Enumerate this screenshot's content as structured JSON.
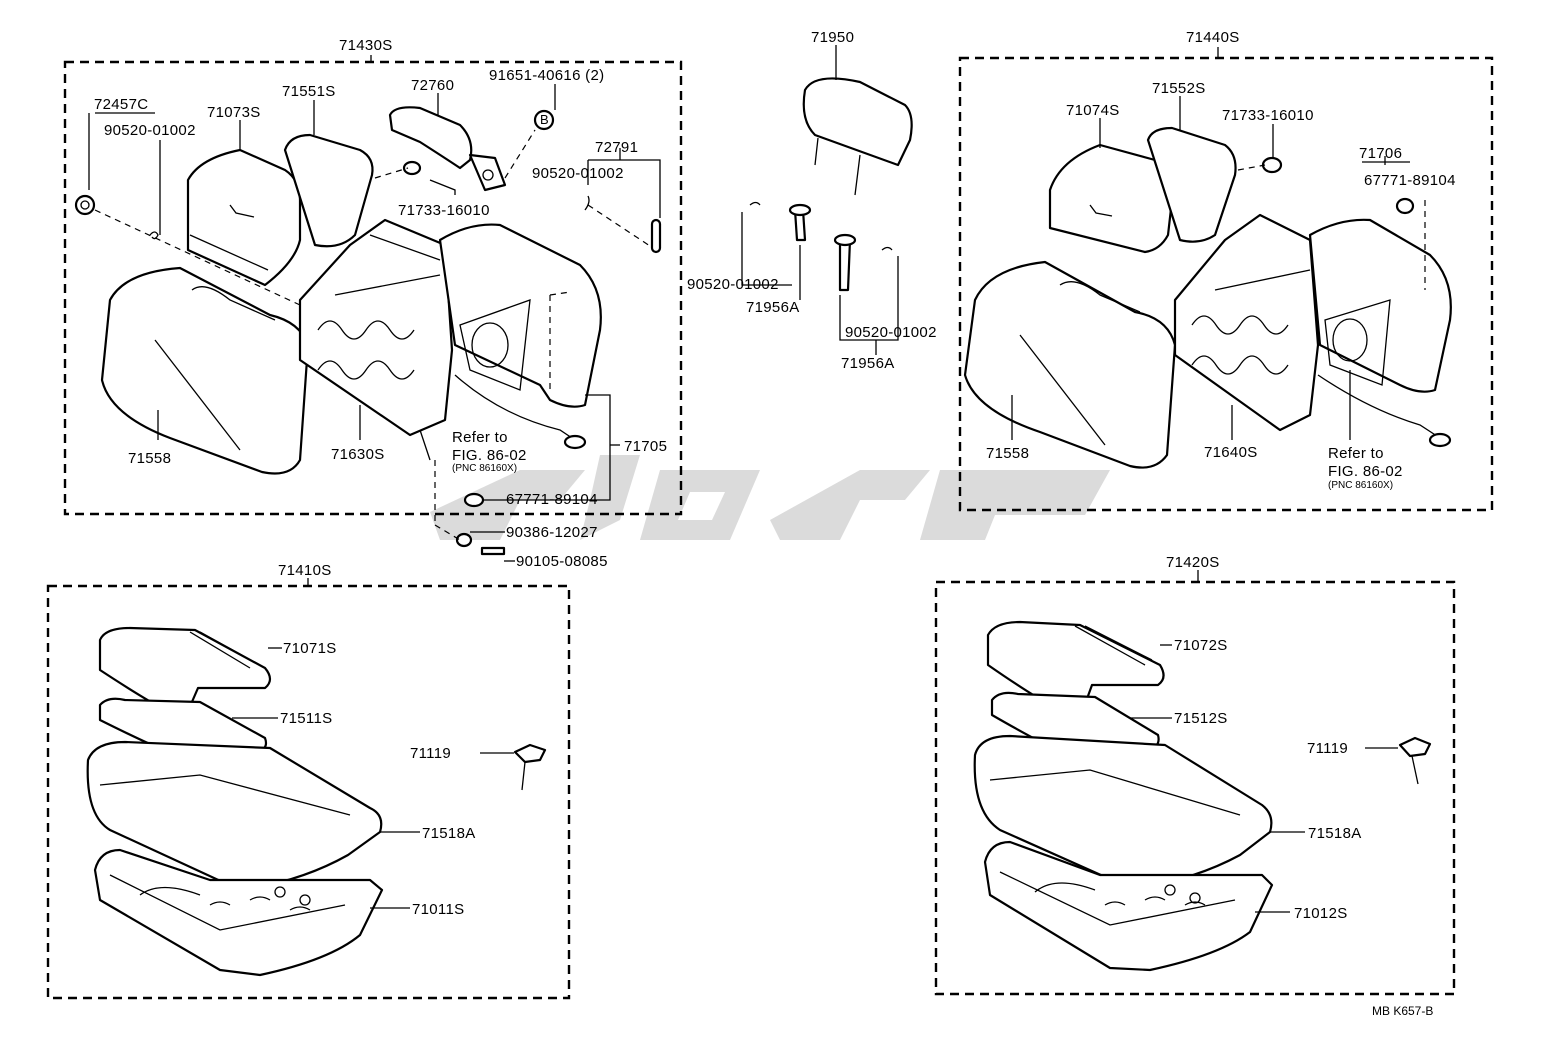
{
  "labels": {
    "g_left_back": "71430S",
    "p_72457C": "72457C",
    "p_90520_a": "90520-01002",
    "p_71073S": "71073S",
    "p_71551S": "71551S",
    "p_72760": "72760",
    "p_91651": "91651-40616 (2)",
    "p_B": "B",
    "p_72791": "72791",
    "p_90520_b": "90520-01002",
    "p_71733_a": "71733-16010",
    "p_71558_a": "71558",
    "p_71630S": "71630S",
    "refer_a": "Refer to",
    "fig_a": "FIG. 86-02",
    "pnc_a": "(PNC 86160X)",
    "p_71705": "71705",
    "p_67771_a": "67771-89104",
    "p_90386": "90386-12027",
    "p_90105": "90105-08085",
    "p_71950": "71950",
    "p_90520_c": "90520-01002",
    "p_71956A_a": "71956A",
    "p_90520_d": "90520-01002",
    "p_71956A_b": "71956A",
    "g_right_back": "71440S",
    "p_71074S": "71074S",
    "p_71552S": "71552S",
    "p_71733_b": "71733-16010",
    "p_71706": "71706",
    "p_67771_b": "67771-89104",
    "p_71558_b": "71558",
    "p_71640S": "71640S",
    "refer_b": "Refer to",
    "fig_b": "FIG. 86-02",
    "pnc_b": "(PNC 86160X)",
    "g_left_cushion": "71410S",
    "p_71071S": "71071S",
    "p_71511S": "71511S",
    "p_71119_a": "71119",
    "p_71518A_a": "71518A",
    "p_71011S": "71011S",
    "g_right_cushion": "71420S",
    "p_71072S": "71072S",
    "p_71512S": "71512S",
    "p_71119_b": "71119",
    "p_71518A_b": "71518A",
    "p_71012S": "71012S",
    "code": "MB K657-B"
  },
  "watermark_color": "#cfcfcf"
}
